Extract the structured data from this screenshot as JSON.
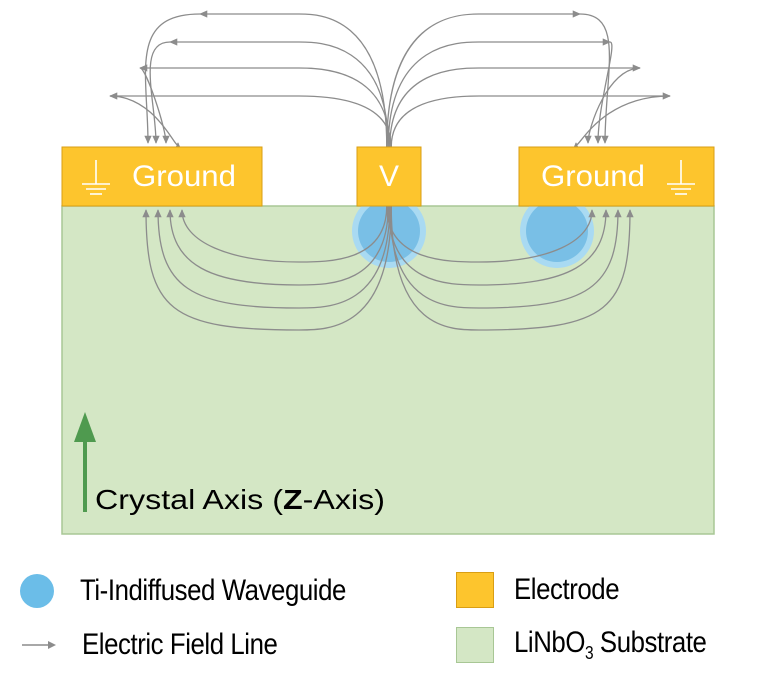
{
  "electrodes": {
    "left_label": "Ground",
    "center_label": "V",
    "right_label": "Ground"
  },
  "axis": {
    "label_prefix": "Crystal Axis (",
    "label_bold": "Z",
    "label_suffix": "-Axis)"
  },
  "legend": {
    "waveguide": "Ti-Indiffused Waveguide",
    "field_line": "Electric Field Line",
    "electrode": "Electrode",
    "substrate_main": "LiNbO",
    "substrate_sub": "3",
    "substrate_rest": " Substrate"
  },
  "colors": {
    "electrode": "#fdc52d",
    "substrate": "#d4e7c5",
    "waveguide": "#6bbde8",
    "field_line": "#8c8c8c",
    "axis_arrow": "#4f9a4f"
  },
  "icons": [
    "ground-symbol-icon",
    "arrow-icon"
  ]
}
